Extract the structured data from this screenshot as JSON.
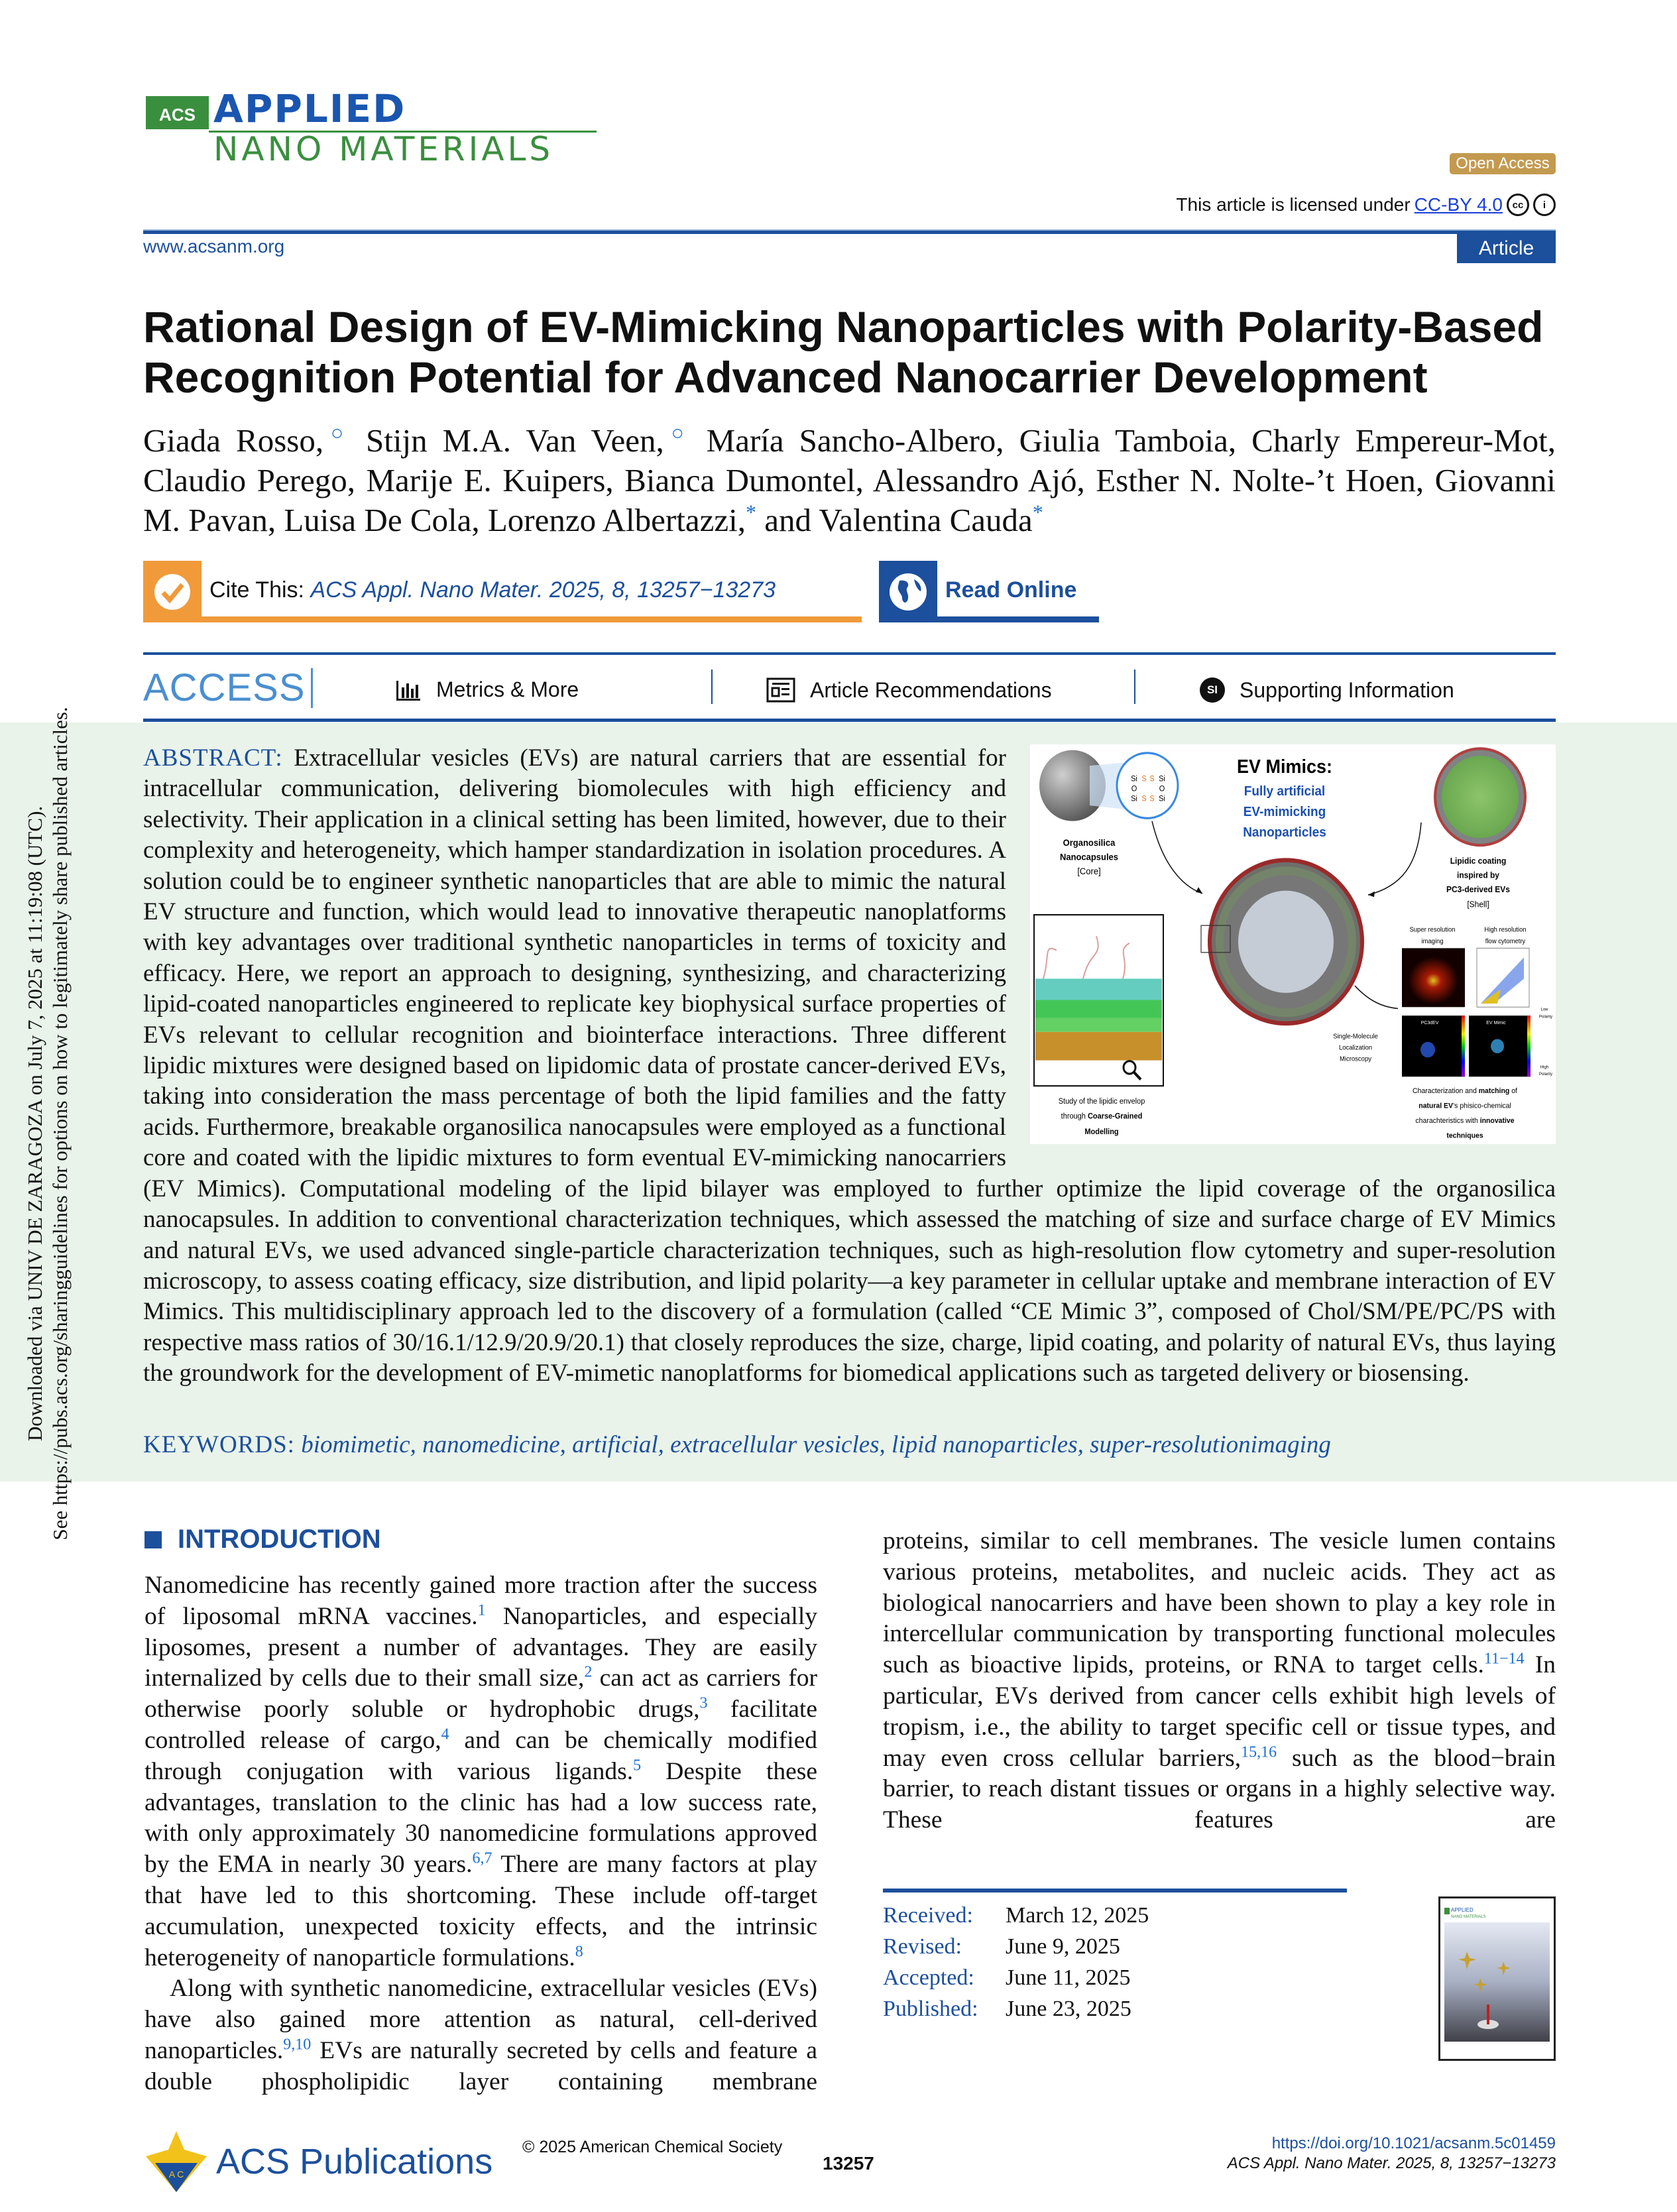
{
  "journal": {
    "acs": "ACS",
    "applied": "APPLIED",
    "nano": "NANO MATERIALS",
    "website": "www.acsanm.org",
    "cover_alt_title": "APPLIED NANO MATERIALS"
  },
  "header": {
    "open_access": "Open Access",
    "license_prefix": "This article is licensed under",
    "license_link": "CC-BY 4.0",
    "cc_icon": "cc-icon",
    "by_icon": "by-attribution-icon",
    "article_type": "Article"
  },
  "title": "Rational Design of EV-Mimicking Nanoparticles with Polarity-Based Recognition Potential for Advanced Nanocarrier Development",
  "authors": [
    {
      "t": "Giada Rosso,"
    },
    {
      "sup": "○"
    },
    {
      "t": " Stijn M.A. Van Veen,"
    },
    {
      "sup": "○"
    },
    {
      "t": " María Sancho-Albero, Giulia Tamboia, Charly Empereur-Mot, Claudio Perego, Marije E. Kuipers, Bianca Dumontel, Alessandro Ajó, Esther N. Nolte-’t Hoen, Giovanni M. Pavan, Luisa De Cola, Lorenzo Albertazzi,"
    },
    {
      "sup": "*"
    },
    {
      "t": " and Valentina Cauda"
    },
    {
      "sup": "*"
    }
  ],
  "cite": {
    "label": "Cite This:",
    "ref": "ACS Appl. Nano Mater. 2025, 8, 13257−13273",
    "read_online": "Read Online"
  },
  "access": {
    "label": "ACCESS",
    "metrics": "Metrics & More",
    "recommendations": "Article Recommendations",
    "supporting": "Supporting Information",
    "si_badge": "SI"
  },
  "abstract": {
    "label": "ABSTRACT:",
    "text": "Extracellular vesicles (EVs) are natural carriers that are essential for intracellular communication, delivering biomolecules with high efficiency and selectivity. Their application in a clinical setting has been limited, however, due to their complexity and heterogeneity, which hamper standardization in isolation procedures. A solution could be to engineer synthetic nanoparticles that are able to mimic the natural EV structure and function, which would lead to innovative therapeutic nanoplatforms with key advantages over traditional synthetic nanoparticles in terms of toxicity and efficacy. Here, we report an approach to designing, synthesizing, and characterizing lipid-coated nanoparticles engineered to replicate key biophysical surface properties of EVs relevant to cellular recognition and biointerface interactions. Three different lipidic mixtures were designed based on lipidomic data of prostate cancer-derived EVs, taking into consideration the mass percentage of both the lipid families and the fatty acids. Furthermore, breakable organosilica nanocapsules were employed as a functional core and coated with the lipidic mixtures to form eventual EV-mimicking nanocarriers (EV Mimics). Computational modeling of the lipid bilayer was employed to further optimize the lipid coverage of the organosilica nanocapsules. In addition to conventional characterization techniques, which assessed the matching of size and surface charge of EV Mimics and natural EVs, we used advanced single-particle characterization techniques, such as high-resolution flow cytometry and super-resolution microscopy, to assess coating efficacy, size distribution, and lipid polarity—a key parameter in cellular uptake and membrane interaction of EV Mimics. This multidisciplinary approach led to the discovery of a formulation (called “CE Mimic 3”, composed of Chol/SM/PE/PC/PS with respective mass ratios of 30/16.1/12.9/20.9/20.1) that closely reproduces the size, charge, lipid coating, and polarity of natural EVs, thus laying the groundwork for the development of EV-mimetic nanoplatforms for biomedical applications such as targeted delivery or biosensing."
  },
  "toc_graphic": {
    "formula": {
      "si": "Si",
      "s": "S",
      "o": "O"
    },
    "core_label": [
      "Organosilica",
      "Nanocapsules",
      "[Core]"
    ],
    "headline": "EV Mimics:",
    "subhead": [
      "Fully artificial",
      "EV-mimicking",
      "Nanoparticles"
    ],
    "shell_label": [
      "Lipidic coating",
      "inspired by",
      "PC3-derived EVs",
      "[Shell]"
    ],
    "sr_label": [
      "Super resolution",
      "imaging"
    ],
    "flow_label": [
      "High resolution",
      "flow cytometry"
    ],
    "smlm_label": [
      "Single-Molecule",
      "Localization",
      "Microscopy"
    ],
    "panel_pc3": "PC3dEV",
    "panel_mimic": "EV Mimic",
    "polarity_low": [
      "Low",
      "Polarity"
    ],
    "polarity_high": [
      "High",
      "Polarity"
    ],
    "model_caption": {
      "l1": "Study of the lipidic envelop",
      "l2a": "through ",
      "l2b": "Coarse-Grained",
      "l3": "Modelling"
    },
    "char_caption": {
      "l1a": "Characterization and ",
      "l1b": "matching",
      "l1c": " of",
      "l2a": "natural EV",
      "l2b": "’s phisico-chemical",
      "l3a": "charachteristics with ",
      "l3b": "innovative",
      "l4": "techniques"
    },
    "colors": {
      "core": "#8a8a8a",
      "shell": "#7cb65a",
      "blue": "#1c4fb0"
    }
  },
  "keywords": {
    "label": "KEYWORDS:",
    "text": "biomimetic, nanomedicine, artificial, extracellular vesicles, lipid nanoparticles, super-resolutionimaging"
  },
  "intro": {
    "heading": "INTRODUCTION",
    "left_p1": [
      {
        "t": "Nanomedicine has recently gained more traction after the success of liposomal mRNA vaccines."
      },
      {
        "sup": "1"
      },
      {
        "t": " Nanoparticles, and especially liposomes, present a number of advantages. They are easily internalized by cells due to their small size,"
      },
      {
        "sup": "2"
      },
      {
        "t": " can act as carriers for otherwise poorly soluble or hydrophobic drugs,"
      },
      {
        "sup": "3"
      },
      {
        "t": " facilitate controlled release of cargo,"
      },
      {
        "sup": "4"
      },
      {
        "t": " and can be chemically modified through conjugation with various ligands."
      },
      {
        "sup": "5"
      },
      {
        "t": " Despite these advantages, translation to the clinic has had a low success rate, with only approximately 30 nanomedicine formulations approved by the EMA in nearly 30 years."
      },
      {
        "sup": "6,7"
      },
      {
        "t": " There are many factors at play that have led to this shortcoming. These include off-target accumulation, unexpected toxicity effects, and the intrinsic heterogeneity of nanoparticle formulations."
      },
      {
        "sup": "8"
      }
    ],
    "left_p2": [
      {
        "t": "Along with synthetic nanomedicine, extracellular vesicles (EVs) have also gained more attention as natural, cell-derived nanoparticles."
      },
      {
        "sup": "9,10"
      },
      {
        "t": " EVs are naturally secreted by cells and feature a double phospholipidic layer containing membrane"
      }
    ],
    "right_p1": [
      {
        "t": "proteins, similar to cell membranes. The vesicle lumen contains various proteins, metabolites, and nucleic acids. They act as biological nanocarriers and have been shown to play a key role in intercellular communication by transporting functional molecules such as bioactive lipids, proteins, or RNA to target cells."
      },
      {
        "sup": "11−14"
      },
      {
        "t": " In particular, EVs derived from cancer cells exhibit high levels of tropism, i.e., the ability to target specific cell or tissue types, and may even cross cellular barriers,"
      },
      {
        "sup": "15,16"
      },
      {
        "t": " such as the blood−brain barrier, to reach distant tissues or organs in a highly selective way. These features are"
      }
    ]
  },
  "dates": [
    {
      "label": "Received:",
      "value": "March 12, 2025"
    },
    {
      "label": "Revised:",
      "value": "June 9, 2025"
    },
    {
      "label": "Accepted:",
      "value": "June 11, 2025"
    },
    {
      "label": "Published:",
      "value": "June 23, 2025"
    }
  ],
  "footer": {
    "publisher": "ACS Publications",
    "copyright": "© 2025 American Chemical Society",
    "page": "13257",
    "doi": "https://doi.org/10.1021/acsanm.5c01459",
    "journal_ref": "ACS Appl. Nano Mater. 2025, 8, 13257−13273"
  },
  "side_note": {
    "line1": "Downloaded via UNIV DE ZARAGOZA on July 7, 2025 at 11:19:08 (UTC).",
    "line2": "See https://pubs.acs.org/sharingguidelines for options on how to legitimately share published articles."
  }
}
